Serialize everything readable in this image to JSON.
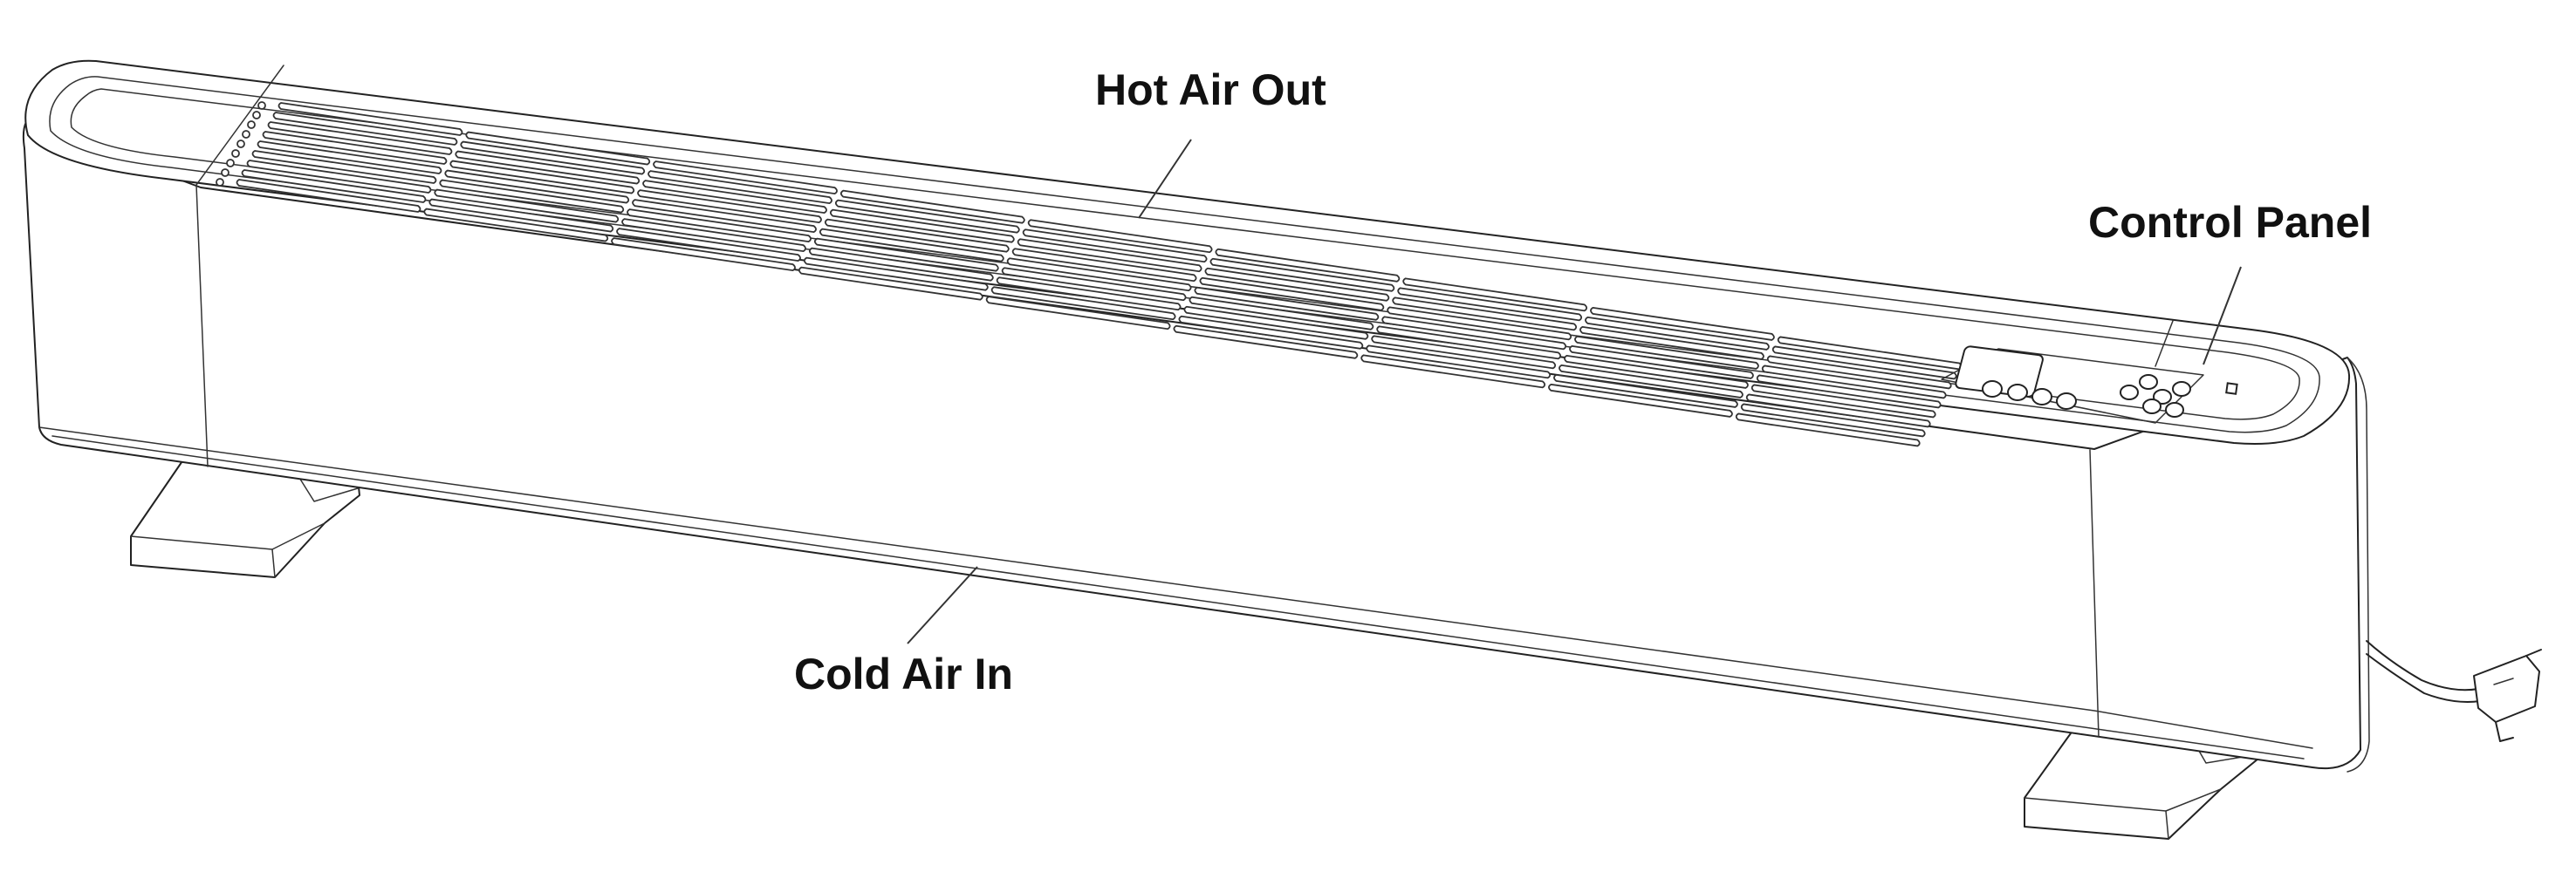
{
  "labels": {
    "hot_air_out": "Hot Air Out",
    "control_panel": "Control Panel",
    "cold_air_in": "Cold Air In"
  },
  "colors": {
    "line": "#222222",
    "background": "#ffffff",
    "text": "#111111"
  },
  "icons": [
    "power-plug-icon"
  ]
}
